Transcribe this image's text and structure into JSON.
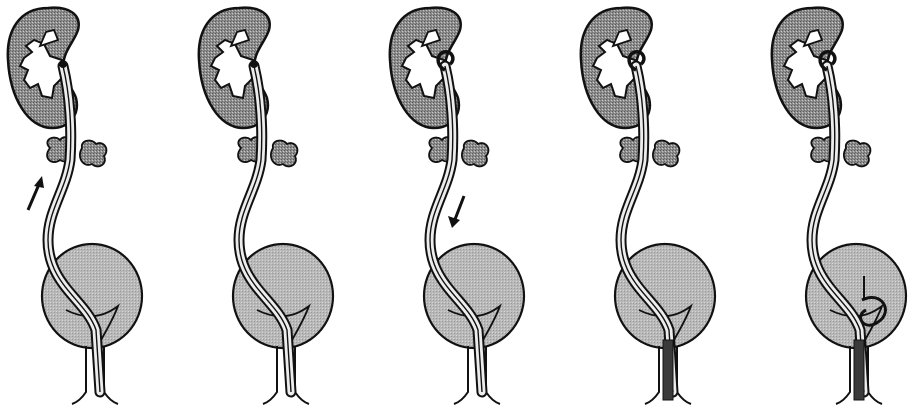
{
  "figure": {
    "panel_count": 5,
    "panels": [
      {
        "step": 1,
        "guidewire_arrow": "up",
        "stent_tip": "open",
        "pusher_in_bladder": false
      },
      {
        "step": 2,
        "guidewire_arrow": "none",
        "stent_tip": "open",
        "pusher_in_bladder": false
      },
      {
        "step": 3,
        "guidewire_arrow": "down",
        "stent_tip": "curled",
        "pusher_in_bladder": false
      },
      {
        "step": 4,
        "guidewire_arrow": "none",
        "stent_tip": "curled",
        "pusher_in_bladder": true
      },
      {
        "step": 5,
        "guidewire_arrow": "none",
        "stent_tip": "curled",
        "pusher_in_bladder": true,
        "bladder_coil": true
      }
    ],
    "colors": {
      "organ_fill": "#8e8e8e",
      "organ_dark": "#3a3a3a",
      "bladder_fill": "#b4b4b4",
      "calyx_fill": "#ffffff",
      "tube_fill": "#ededed",
      "outline": "#111111",
      "vessel_fill": "#a0a0a0"
    }
  }
}
